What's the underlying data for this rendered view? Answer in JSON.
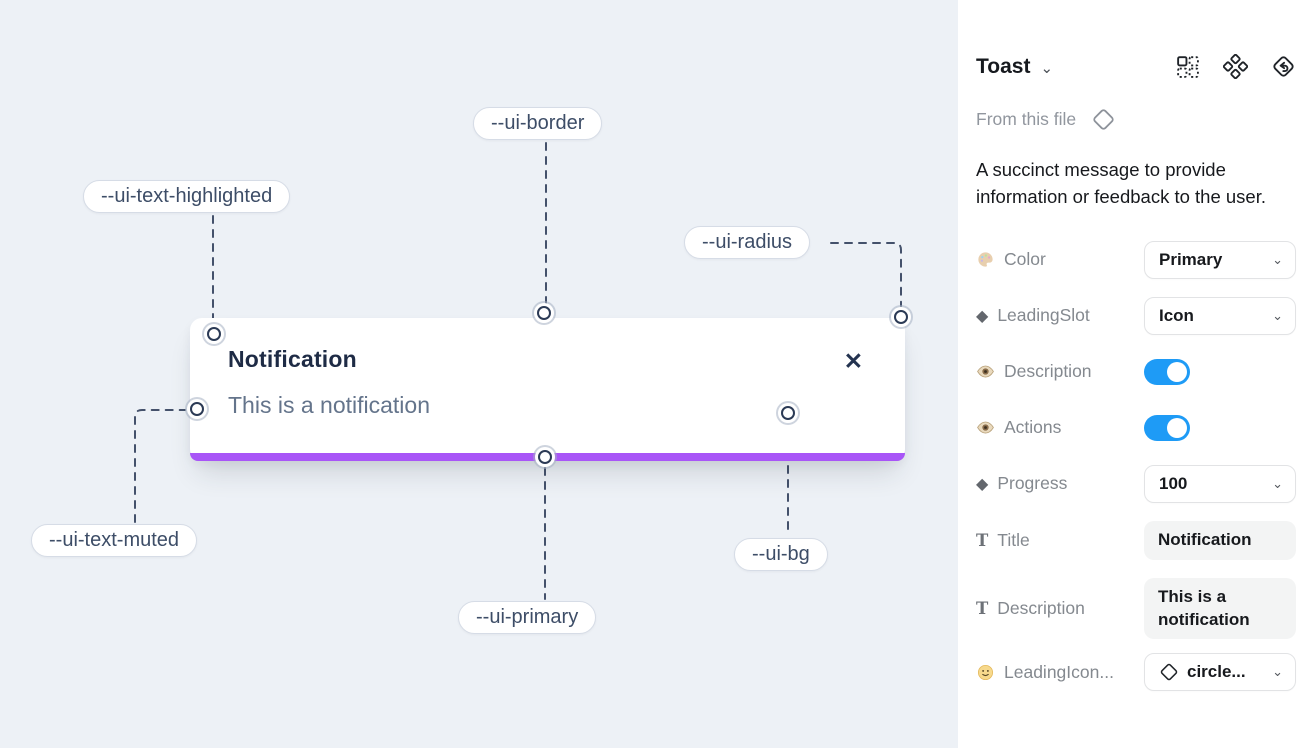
{
  "canvas": {
    "toast": {
      "title": "Notification",
      "description": "This is a notification",
      "close_glyph": "✕"
    },
    "annotations": [
      {
        "id": "ui-border",
        "label": "--ui-border"
      },
      {
        "id": "ui-text-highlighted",
        "label": "--ui-text-highlighted"
      },
      {
        "id": "ui-radius",
        "label": "--ui-radius"
      },
      {
        "id": "ui-text-muted",
        "label": "--ui-text-muted"
      },
      {
        "id": "ui-primary",
        "label": "--ui-primary"
      },
      {
        "id": "ui-bg",
        "label": "--ui-bg"
      }
    ],
    "colors": {
      "primary_bar": "#a855f7",
      "canvas_bg": "#edf1f6",
      "connector": "#44516b"
    }
  },
  "panel": {
    "title": "Toast",
    "source_label": "From this file",
    "description": "A succinct message to provide information or feedback to the user.",
    "properties": [
      {
        "label": "Color",
        "type": "select",
        "value": "Primary"
      },
      {
        "label": "LeadingSlot",
        "type": "select",
        "value": "Icon"
      },
      {
        "label": "Description",
        "type": "toggle",
        "value": "on"
      },
      {
        "label": "Actions",
        "type": "toggle",
        "value": "on"
      },
      {
        "label": "Progress",
        "type": "select",
        "value": "100"
      },
      {
        "label": "Title",
        "type": "text",
        "value": "Notification"
      },
      {
        "label": "Description",
        "type": "text",
        "value": "This is a notification"
      },
      {
        "label": "LeadingIcon...",
        "type": "select-icon",
        "value": "circle..."
      }
    ],
    "colors": {
      "toggle_on": "#1e9bf6"
    }
  }
}
